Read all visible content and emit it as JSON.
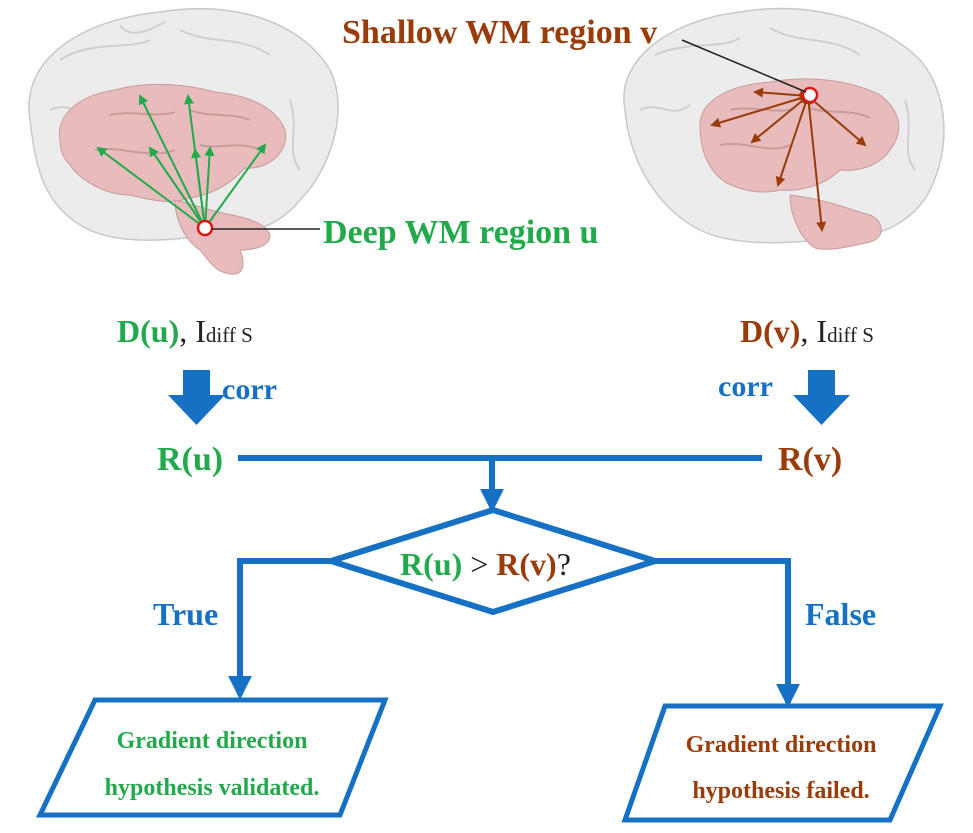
{
  "colors": {
    "green": "#22a94b",
    "brown": "#9a3c0a",
    "blue": "#1670c4",
    "black": "#222222",
    "brain_tissue": "#e8bcbc",
    "brain_shell": "#d4d4d4"
  },
  "labels": {
    "shallow_region": "Shallow WM region v",
    "deep_region": "Deep WM region u",
    "left_input_main": "D(u)",
    "left_input_rest": ", I",
    "left_input_sub": "diff S",
    "right_input_main": "D(v)",
    "right_input_rest": ", I",
    "right_input_sub": "diff S",
    "corr_left": "corr",
    "corr_right": "corr",
    "result_left": "R(u)",
    "result_right": "R(v)",
    "decision_left": "R(u)",
    "decision_op": " > ",
    "decision_right": "R(v)",
    "decision_q": "?",
    "branch_true": "True",
    "branch_false": "False",
    "outcome_left_line1": "Gradient direction",
    "outcome_left_line2": "hypothesis validated.",
    "outcome_right_line1": "Gradient direction",
    "outcome_right_line2": "hypothesis failed."
  },
  "icons": {
    "left_brain": "brain-sagittal-icon",
    "right_brain": "brain-sagittal-icon"
  }
}
